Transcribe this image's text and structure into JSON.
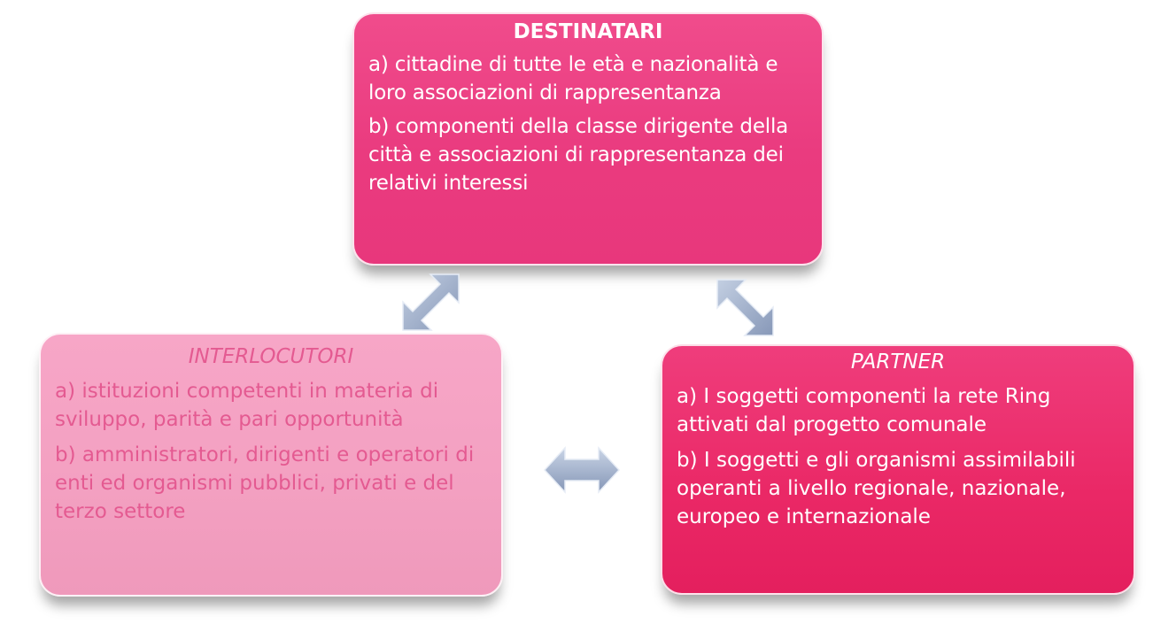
{
  "destinatari": {
    "title": "DESTINATARI",
    "item_a": "a) cittadine  di tutte le età e nazionalità e loro associazioni di rappresentanza",
    "item_b": "b)  componenti della  classe dirigente della città  e associazioni di rappresentanza dei relativi interessi"
  },
  "interlocutori": {
    "title": "INTERLOCUTORI",
    "item_a": "a) istituzioni competenti  in materia di sviluppo, parità e pari opportunità",
    "item_b": "b) amministratori, dirigenti e operatori di enti ed organismi pubblici, privati e del terzo settore"
  },
  "partner": {
    "title": "PARTNER",
    "item_a": "a) I  soggetti componenti  la rete Ring attivati dal progetto comunale",
    "item_b": "b) I soggetti e gli organismi assimilabili  operanti a livello regionale, nazionale, europeo e internazionale"
  },
  "colors": {
    "top_box": "#ea3b7f",
    "left_box": "#f3a0c1",
    "right_box": "#e8256a",
    "arrows": "#9bacc9"
  },
  "icons": [
    "double-arrow-diagonal-left",
    "double-arrow-diagonal-right",
    "double-arrow-horizontal"
  ]
}
